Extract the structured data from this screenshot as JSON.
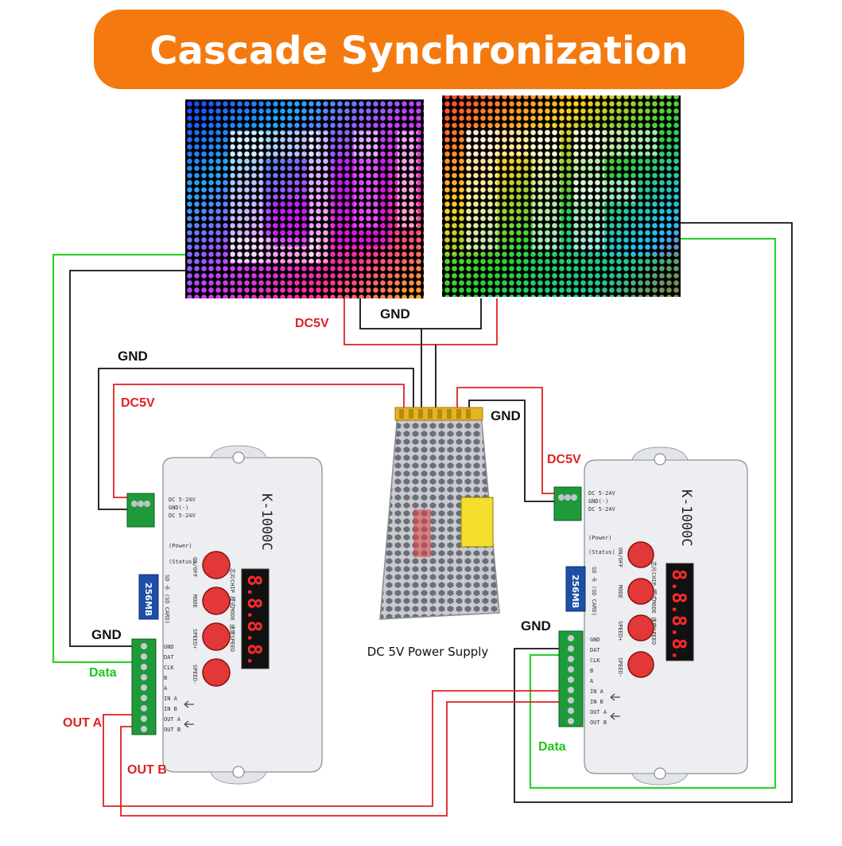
{
  "title": "Cascade Synchronization",
  "colors": {
    "banner": "#f47a10",
    "wire_red": "#e02020",
    "wire_black": "#111111",
    "wire_green": "#2fd02f",
    "led_digit": "#ff2a2a"
  },
  "panels": [
    {
      "name": "left-led-panel"
    },
    {
      "name": "right-led-panel"
    }
  ],
  "power_supply": {
    "label": "DC 5V Power Supply"
  },
  "labels": {
    "gnd_top": "GND",
    "dc5v_top": "DC5V",
    "gnd_left": "GND",
    "dc5v_left": "DC5V",
    "gnd_right": "GND",
    "dc5v_right": "DC5V",
    "gnd_left_bottom": "GND",
    "data_left": "Data",
    "out_a": "OUT A",
    "out_b": "OUT B",
    "gnd_right_bottom": "GND",
    "data_right": "Data"
  },
  "controllers": [
    {
      "model": "K-1000C",
      "display": "8.8.8.8.",
      "sd_card": "256MB",
      "terminal_power": [
        "DC 5-24V",
        "GND(-)",
        "DC 5-24V"
      ],
      "status": [
        "(Power)",
        "(Status)"
      ],
      "sd_label": "SD 卡 (SD CARD)",
      "button_labels": [
        "ON/OFF",
        "MODE",
        "SPEED+",
        "SPEED-"
      ],
      "chip_mode_speed": "芯片CHIP 模式MODE 速度SPEED",
      "pins": [
        "GND",
        "DAT",
        "CLK",
        "B",
        "A",
        "IN A",
        "IN B",
        "OUT A",
        "OUT B"
      ]
    },
    {
      "model": "K-1000C",
      "display": "8.8.8.8.",
      "sd_card": "256MB",
      "terminal_power": [
        "DC 5-24V",
        "GND(-)",
        "DC 5-24V"
      ],
      "status": [
        "(Power)",
        "(Status)"
      ],
      "sd_label": "SD 卡 (SD CARD)",
      "button_labels": [
        "ON/OFF",
        "MODE",
        "SPEED+",
        "SPEED-"
      ],
      "chip_mode_speed": "芯片CHIP 模式MODE 速度SPEED",
      "pins": [
        "GND",
        "DAT",
        "CLK",
        "B",
        "A",
        "IN A",
        "IN B",
        "OUT A",
        "OUT B"
      ]
    }
  ]
}
